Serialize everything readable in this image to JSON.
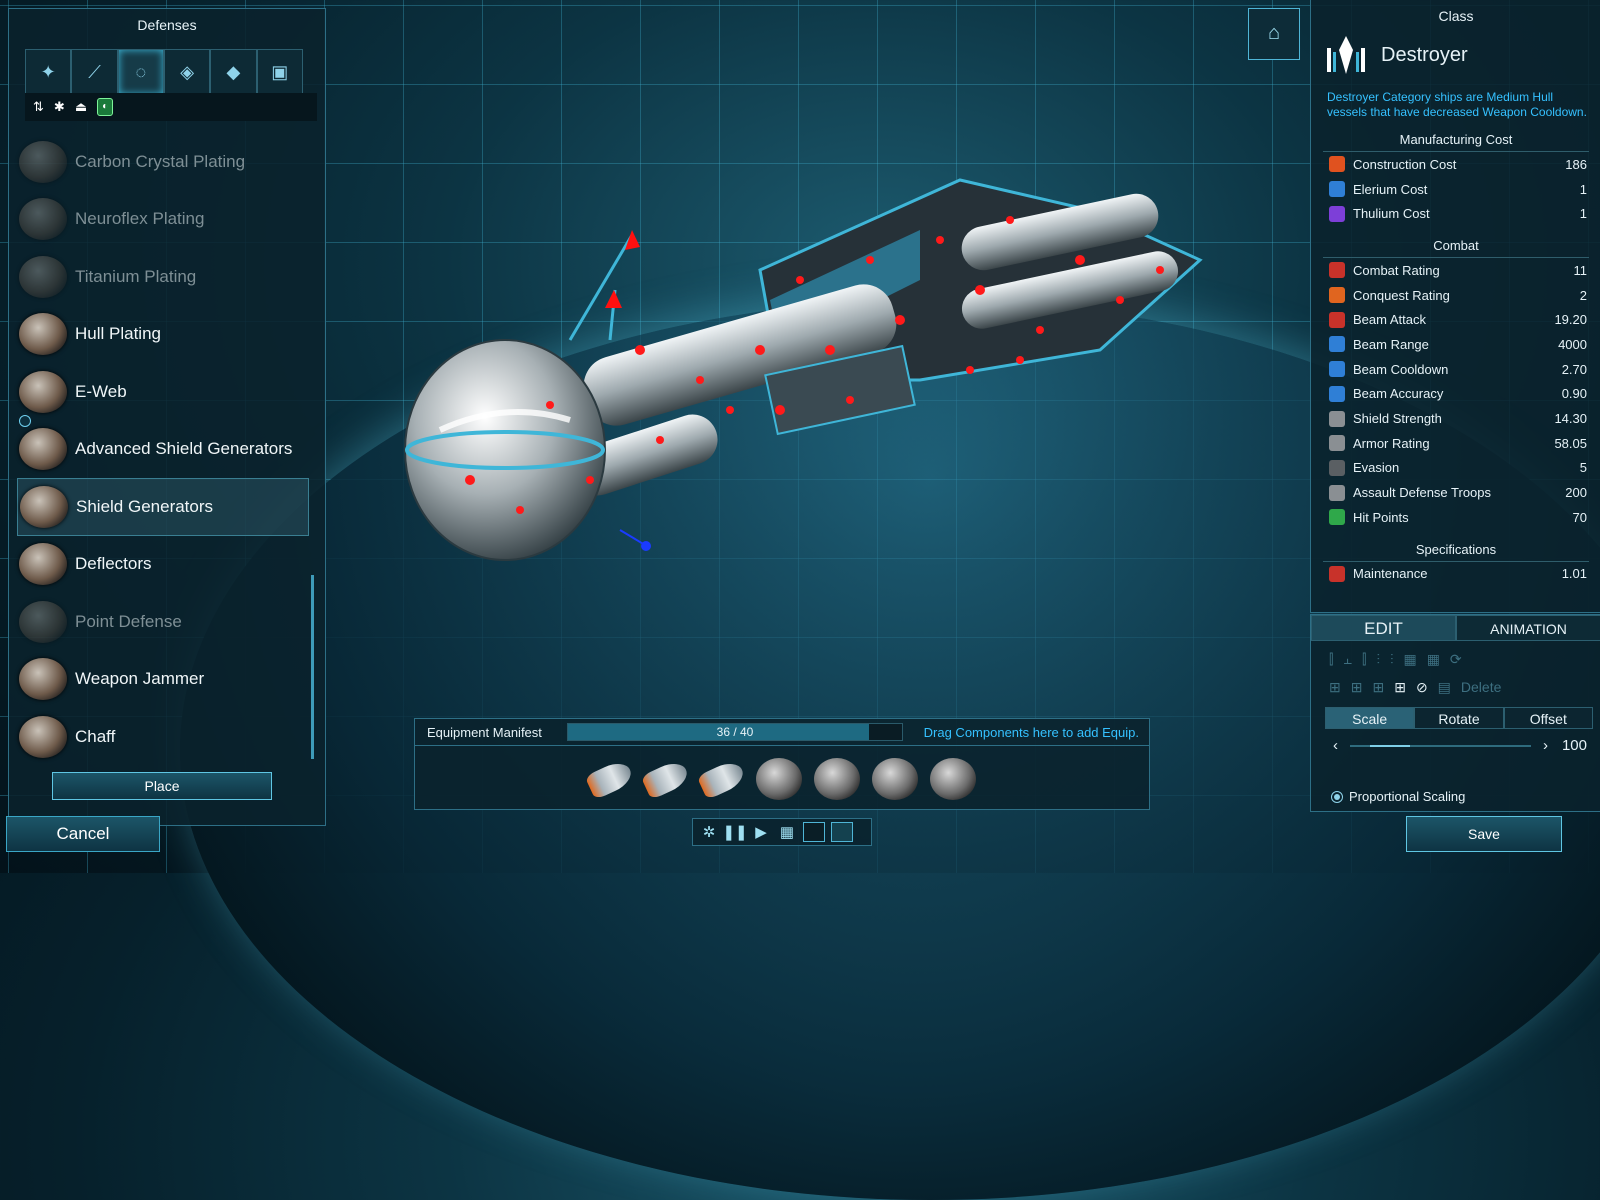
{
  "left_panel": {
    "title": "Defenses",
    "category_tabs": [
      {
        "icon": "satellite-icon"
      },
      {
        "icon": "beam-weapon-icon"
      },
      {
        "icon": "shield-ring-icon"
      },
      {
        "icon": "armor-icon"
      },
      {
        "icon": "module-icon"
      },
      {
        "icon": "support-icon"
      }
    ],
    "filter_icons": [
      "sort-icon",
      "gear-icon",
      "stack-icon",
      "shield-filter-icon"
    ],
    "items": [
      {
        "label": "Carbon Crystal Plating",
        "state": "dim"
      },
      {
        "label": "Neuroflex Plating",
        "state": "dim"
      },
      {
        "label": "Titanium Plating",
        "state": "dim"
      },
      {
        "label": "Hull Plating",
        "state": "normal"
      },
      {
        "label": "E-Web",
        "state": "normal"
      },
      {
        "label": "Advanced Shield Generators",
        "state": "normal"
      },
      {
        "label": "Shield Generators",
        "state": "selected"
      },
      {
        "label": "Deflectors",
        "state": "normal"
      },
      {
        "label": "Point Defense",
        "state": "dim"
      },
      {
        "label": "Weapon Jammer",
        "state": "normal"
      },
      {
        "label": "Chaff",
        "state": "normal"
      }
    ],
    "place_label": "Place"
  },
  "cancel_label": "Cancel",
  "save_label": "Save",
  "class_panel": {
    "title": "Class",
    "class_name": "Destroyer",
    "description": "Destroyer Category ships are Medium Hull vessels that have decreased Weapon Cooldown.",
    "manufacturing_title": "Manufacturing Cost",
    "manufacturing": [
      {
        "label": "Construction Cost",
        "value": "186",
        "icon": "hammer-icon",
        "color": "#e0521f"
      },
      {
        "label": "Elerium Cost",
        "value": "1",
        "icon": "elerium-icon",
        "color": "#2f7fd6"
      },
      {
        "label": "Thulium Cost",
        "value": "1",
        "icon": "thulium-icon",
        "color": "#7d3fd8"
      }
    ],
    "combat_title": "Combat",
    "combat": [
      {
        "label": "Combat Rating",
        "value": "11",
        "icon": "combat-rating-icon",
        "color": "#c8322a"
      },
      {
        "label": "Conquest Rating",
        "value": "2",
        "icon": "conquest-icon",
        "color": "#e0651f"
      },
      {
        "label": "Beam Attack",
        "value": "19.20",
        "icon": "beam-attack-icon",
        "color": "#c8322a"
      },
      {
        "label": "Beam Range",
        "value": "4000",
        "icon": "beam-range-icon",
        "color": "#2f7fd6"
      },
      {
        "label": "Beam Cooldown",
        "value": "2.70",
        "icon": "beam-cooldown-icon",
        "color": "#2f7fd6"
      },
      {
        "label": "Beam Accuracy",
        "value": "0.90",
        "icon": "beam-accuracy-icon",
        "color": "#2f7fd6"
      },
      {
        "label": "Shield Strength",
        "value": "14.30",
        "icon": "shield-strength-icon",
        "color": "#8a8f93"
      },
      {
        "label": "Armor Rating",
        "value": "58.05",
        "icon": "armor-rating-icon",
        "color": "#8a8f93"
      },
      {
        "label": "Evasion",
        "value": "5",
        "icon": "evasion-icon",
        "color": "#5a5f63"
      },
      {
        "label": "Assault Defense Troops",
        "value": "200",
        "icon": "troops-icon",
        "color": "#8a8f93"
      },
      {
        "label": "Hit Points",
        "value": "70",
        "icon": "hit-points-icon",
        "color": "#2fa84a"
      }
    ],
    "specs_title": "Specifications",
    "specs": [
      {
        "label": "Maintenance",
        "value": "1.01",
        "icon": "wrench-icon",
        "color": "#c8322a"
      }
    ]
  },
  "edit_panel": {
    "tabs": [
      "EDIT",
      "ANIMATION"
    ],
    "active_tab": "EDIT",
    "delete_label": "Delete",
    "subtabs": [
      "Scale",
      "Rotate",
      "Offset"
    ],
    "active_subtab": "Scale",
    "scale_value": "100",
    "proportional_label": "Proportional Scaling"
  },
  "manifest": {
    "label": "Equipment Manifest",
    "count_text": "36 / 40",
    "used": 36,
    "capacity": 40,
    "hint": "Drag Components here to add Equip.",
    "items": [
      "engine",
      "engine",
      "engine",
      "shield-generator",
      "shield-generator",
      "shield-generator",
      "advanced-shield-generator"
    ]
  },
  "toolbar": {
    "icons": [
      "settings-icon",
      "pause-icon",
      "play-icon",
      "grid-icon",
      "dark-bg-icon",
      "teal-bg-icon"
    ]
  }
}
